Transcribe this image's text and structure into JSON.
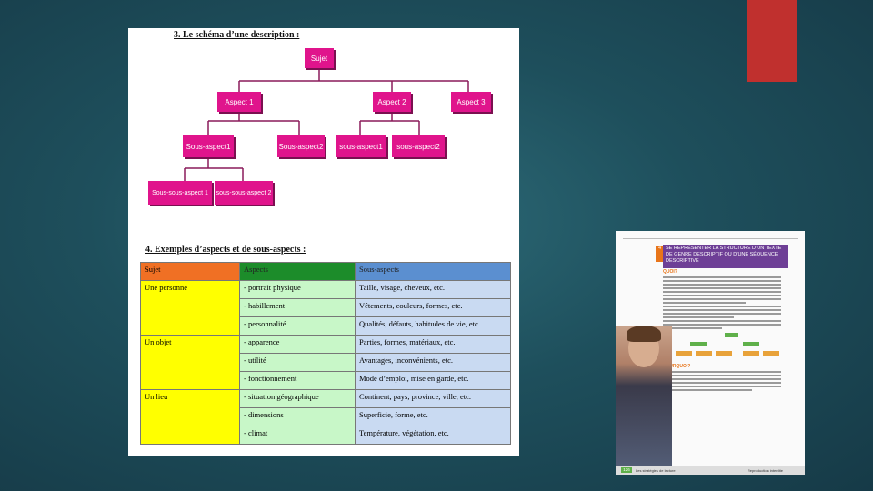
{
  "colors": {
    "background": "#1e4f5c",
    "accent": "#c0302e",
    "node": "#e0148c"
  },
  "document": {
    "section3_heading": "3. Le schéma d’une description :",
    "tree": {
      "root": "Sujet",
      "aspect1": "Aspect 1",
      "aspect2": "Aspect 2",
      "aspect3": "Aspect 3",
      "a1_sub1": "Sous-aspect1",
      "a1_sub2": "Sous-aspect2",
      "a2_sub1": "sous-aspect1",
      "a2_sub2": "sous-aspect2",
      "sss1": "Sous-sous-aspect 1",
      "sss2": "sous-sous-aspect 2"
    },
    "section4_heading": "4. Exemples d’aspects et de sous-aspects :",
    "table": {
      "headers": [
        "Sujet",
        "Aspects",
        "Sous-aspects"
      ],
      "rows": [
        {
          "subject": "Une personne",
          "aspect": "- portrait physique",
          "sub": "Taille, visage, cheveux, etc."
        },
        {
          "subject": "",
          "aspect": "- habillement",
          "sub": "Vêtements, couleurs, formes, etc."
        },
        {
          "subject": "",
          "aspect": "- personnalité",
          "sub": "Qualités, défauts, habitudes de vie, etc."
        },
        {
          "subject": "Un objet",
          "aspect": "- apparence",
          "sub": "Parties, formes, matériaux, etc."
        },
        {
          "subject": "",
          "aspect": "- utilité",
          "sub": "Avantages, inconvénients, etc."
        },
        {
          "subject": "",
          "aspect": "- fonctionnement",
          "sub": "Mode d’emploi, mise en garde, etc."
        },
        {
          "subject": "Un lieu",
          "aspect": "- situation géographique",
          "sub": "Continent, pays, province, ville, etc."
        },
        {
          "subject": "",
          "aspect": "- dimensions",
          "sub": "Superficie, forme, etc."
        },
        {
          "subject": "",
          "aspect": "- climat",
          "sub": "Température, végétation, etc."
        }
      ]
    }
  },
  "book": {
    "number": "4",
    "title": "SE REPRÉSENTER LA STRUCTURE D’UN TEXTE DE GENRE DESCRIPTIF OU D’UNE SÉQUENCE DESCRIPTIVE",
    "section_quoi": "QUOI?",
    "section_pourquoi": "POURQUOI?",
    "page_number": "126",
    "footer_left": "Les stratégies de lecture",
    "footer_right": "Reproduction interdite"
  }
}
